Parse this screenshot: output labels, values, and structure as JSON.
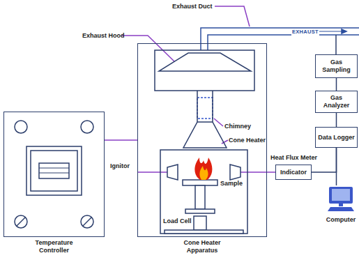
{
  "diagram": {
    "nodes": [
      {
        "text": [
          "Temperature Controller"
        ]
      },
      {
        "text": [
          "Cone Heater Apparatus"
        ]
      },
      {
        "text": [
          "Gas Sampling"
        ]
      },
      {
        "text": [
          "Gas Analyzer"
        ]
      },
      {
        "text": [
          "Data Logger"
        ]
      },
      {
        "text": [
          "Indicator"
        ]
      },
      {
        "text": [
          "Computer"
        ]
      }
    ],
    "edges": [
      {
        "from": 0,
        "to": 1,
        "arrow": "none"
      },
      {
        "from": 1,
        "to": 5,
        "arrow": "none"
      },
      {
        "from": 5,
        "to": 4,
        "arrow": "none"
      },
      {
        "from": 2,
        "to": 3,
        "arrow": "none"
      },
      {
        "from": 3,
        "to": 4,
        "arrow": "none"
      },
      {
        "from": 4,
        "to": 6,
        "arrow": "none"
      }
    ],
    "labels": [
      "Exhaust Duct",
      "Exhaust Hood",
      "EXHAUST",
      "Chimney",
      "Cone Heater",
      "Ignitor",
      "Heat Flux Meter",
      "Sample",
      "Load Cell"
    ]
  }
}
